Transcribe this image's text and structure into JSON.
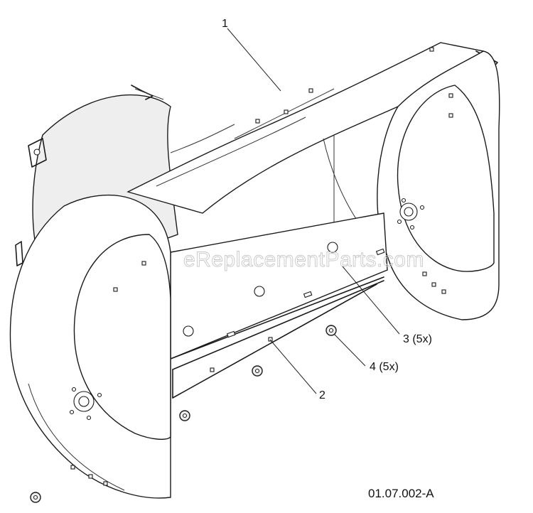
{
  "callouts": [
    {
      "id": "callout-1",
      "label": "1"
    },
    {
      "id": "callout-2",
      "label": "2"
    },
    {
      "id": "callout-3",
      "label": "3 (5x)"
    },
    {
      "id": "callout-4",
      "label": "4 (5x)"
    }
  ],
  "watermark": "eReplacementParts.com",
  "reference_code": "01.07.002-A",
  "colors": {
    "line": "#1a1a1a",
    "watermark": "#c8c8c8",
    "background": "#ffffff"
  }
}
